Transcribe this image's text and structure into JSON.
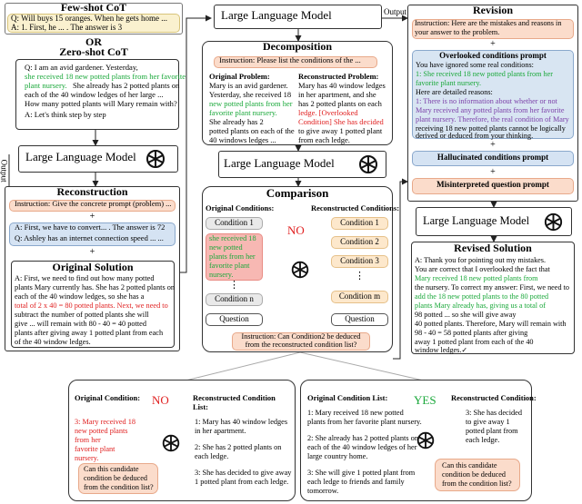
{
  "left": {
    "fewshot_title": "Few-shot CoT",
    "fewshot_q": "Q: Will buys 15 oranges. When he gets home ...",
    "fewshot_a": "A: 1. First, he ... . The answer is 3",
    "or": "OR",
    "zeroshot_title": "Zero-shot CoT",
    "zeroshot_lines": [
      "Q: I am an avid gardener. Yesterday,",
      "she received 18 new potted plants from her favorite",
      "plant nursery.",
      "She already has 2 potted plants on",
      "each of the 40 window ledges of her large ...",
      "How many potted plants will Mary remain with?",
      "A: Let's think step by step"
    ],
    "llm": "Large Language Model",
    "output": "Output",
    "recon_title": "Reconstruction",
    "recon_instruction": "Instruction: Give the concrete prompt (problem) ...",
    "recon_a1": "A: First, we have to convert... . The answer is 72",
    "recon_q": "Q: Ashley has an internet connection speed ... ...",
    "orig_title": "Original Solution",
    "orig_lines": [
      "A: First, we need to find out how many potted",
      "plants Mary currently has. She has 2 potted plants on",
      "each of the 40 window ledges, so she has a",
      "total of 2 x 40 = 80 potted plants. Next, we need to",
      "subtract the number of potted plants she will",
      "give ... will remain with 80 - 40 = 40 potted",
      "plants after giving away 1 potted plant from each",
      "of the 40 window ledges."
    ]
  },
  "middle": {
    "llm_top": "Large Language Model",
    "output": "Output",
    "decomp_title": "Decomposition",
    "decomp_instruction": "Instruction: Please list the conditions of the ...",
    "orig_problem": [
      "Original Problem:",
      "Mary is an avid gardener.",
      "Yesterday, she received 18",
      "new potted plants from her",
      "favorite plant nursery.",
      "She already has 2",
      "potted plants on each of the",
      "40 windows ledges ..."
    ],
    "recon_problem": [
      "Reconstructed Problem:",
      "Mary has 40 window ledges",
      "in her apartment, and she",
      "has 2 potted plants on each",
      "ledge. [Overlooked",
      "Condition] She has decided",
      "to give away 1 potted plant",
      "from each ledge."
    ],
    "llm_mid": "Large Language Model",
    "comp_title": "Comparison",
    "orig_cond_header": "Original Conditions:",
    "recon_cond_header": "Reconstructed Conditions:",
    "cond1": "Condition 1",
    "cond_green": [
      "she received 18",
      "new potted",
      "plants from her",
      "favorite plant",
      "nursery."
    ],
    "condn": "Condition n",
    "rc1": "Condition 1",
    "rc2": "Condition 2",
    "rc3": "Condition 3",
    "rcm": "Condition m",
    "no": "NO",
    "question": "Question",
    "question2": "Question",
    "ask": [
      "Instruction: Can Condition2 be deduced",
      "from the reconstructed condition list?"
    ],
    "dots": "⋮"
  },
  "right": {
    "revision_title": "Revision",
    "rev_instruction": "Instruction: Here are the mistakes and reasons in your answer to the problem.",
    "plus": "+",
    "overlooked_title": "Overlooked conditions prompt",
    "overlooked_lines": [
      "You have ignored some real conditions:",
      "1: She received 18 new potted plants from her",
      "favorite plant nursery.",
      "Here are detailed reasons:",
      "1: There is no information about whether or not",
      "Mary received any potted plants from her favorite",
      "plant nursery. Therefore, the real condition of Mary",
      "receiving 18 new potted plants cannot be logically",
      "derived or deduced from your thinking."
    ],
    "halluc_title": "Hallucinated conditions prompt",
    "misint_title": "Misinterpreted question prompt",
    "llm": "Large Language Model",
    "revised_title": "Revised Solution",
    "revised_lines": [
      "A: Thank you for pointing out my mistakes.",
      "You are correct that I overlooked the fact that",
      "Mary received 18 new potted plants from",
      "the nursery. To correct my answer: First, we need to",
      "add the 18 new potted plants to the 80 potted",
      "plants Mary already has, giving us a total of",
      "98 potted ... so she will give away",
      "40 potted plants. Therefore, Mary will remain with",
      "98 - 40 = 58 potted plants after giving",
      "away 1 potted plant from each of the 40",
      "window ledges.✓"
    ]
  },
  "bottom": {
    "left_orig_header": "Original Condition:",
    "left_orig_cond": [
      "3: Mary received 18",
      "new potted plants",
      "from her",
      "favorite plant",
      "nursery."
    ],
    "left_no": "NO",
    "left_recon_header": [
      "Reconstructed Condition",
      "List:"
    ],
    "left_recon_items": [
      [
        "1: Mary has 40 window ledges",
        "in her apartment."
      ],
      [
        "2: She has 2 potted plants on",
        "each ledge."
      ],
      [
        "3: She has decided to give away",
        "1 potted plant from each ledge."
      ]
    ],
    "left_ask": [
      "Can this candidate",
      "condition be deduced",
      "from the condition list?"
    ],
    "right_orig_header": "Original Condition List:",
    "right_orig_items": [
      [
        "1: Mary received 18 new potted",
        "plants from her favorite plant nursery."
      ],
      [
        "2: She already has 2 potted plants on",
        "each of the 40 window ledges of her",
        "large country home."
      ],
      [
        "3: She will give 1 potted plant from",
        "each ledge to friends and family",
        "tomorrow."
      ]
    ],
    "right_yes": "YES",
    "right_recon_header": "Reconstructed Condition:",
    "right_recon_cond": [
      "3: She has decided",
      "to give away 1",
      "potted plant from",
      "each ledge."
    ],
    "right_ask": [
      "Can this candidate",
      "condition be deduced",
      "from the condition list?"
    ]
  },
  "colors": {
    "orange_fill": "#fbdccb",
    "blue_fill": "#d5e3f3",
    "gray_fill": "#e9e9e9",
    "cond_fill": "#fde8cc",
    "red_fill": "#f7b8b3",
    "green_text": "#1aa83a",
    "red_text": "#e02020",
    "purple_text": "#7b3fa8"
  }
}
